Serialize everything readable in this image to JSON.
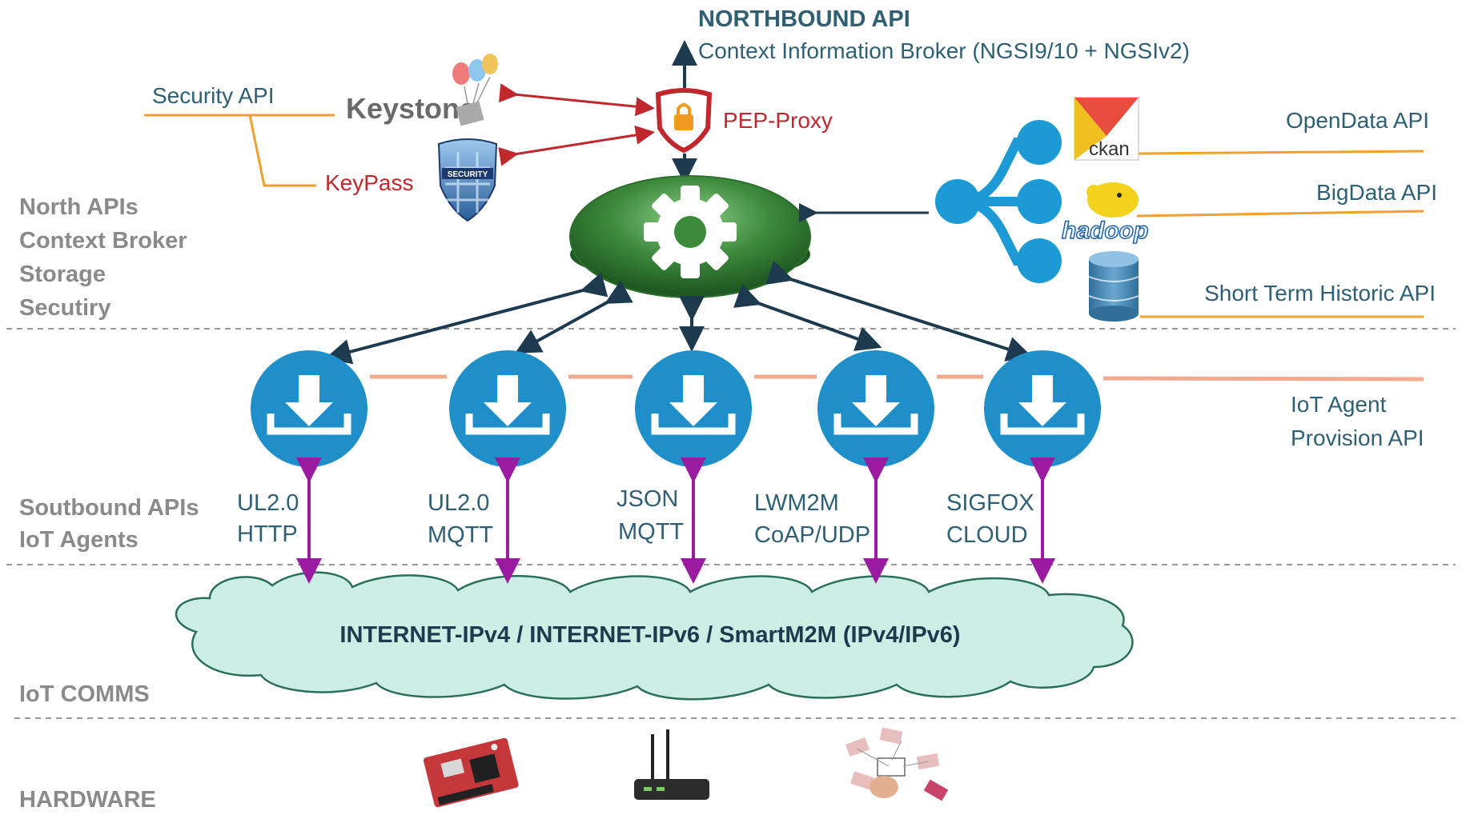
{
  "northbound": {
    "title": "NORTHBOUND API",
    "subtitle": "Context Information Broker  (NGSI9/10 + NGSIv2)"
  },
  "security": {
    "security_api": "Security API",
    "keystone": "Keystone",
    "keypass": "KeyPass",
    "pep_proxy": "PEP-Proxy",
    "shield_text": "SECURITY"
  },
  "data_apis": {
    "opendata": "OpenData API",
    "bigdata": "BigData API",
    "short_term": "Short Term Historic API",
    "ckan_logo": "ckan",
    "hadoop_logo": "hadoop"
  },
  "layers": {
    "north_1": "North APIs",
    "north_2": "Context Broker",
    "north_3": "Storage",
    "north_4": "Secutiry",
    "south_1": "Soutbound APIs",
    "south_2": "IoT Agents",
    "comms": "IoT COMMS",
    "hardware": "HARDWARE"
  },
  "iot_agent_api": {
    "line1": "IoT Agent",
    "line2": "Provision API"
  },
  "agents": [
    {
      "line1": "UL2.0",
      "line2": "HTTP"
    },
    {
      "line1": "UL2.0",
      "line2": "MQTT"
    },
    {
      "line1": "JSON",
      "line2": "MQTT"
    },
    {
      "line1": "LWM2M",
      "line2": "CoAP/UDP"
    },
    {
      "line1": "SIGFOX",
      "line2": "CLOUD"
    }
  ],
  "cloud_text": "INTERNET-IPv4 / INTERNET-IPv6 / SmartM2M (IPv4/IPv6)",
  "colors": {
    "teal_text": "#2e5f73",
    "red_text": "#c0282d",
    "orange_line": "#f0a030",
    "agent_blue": "#1e8fc8",
    "purple_arrow": "#9a1aa0",
    "dark_arrow": "#1d3a4e",
    "cloud_fill": "#cdeee5",
    "broker_green": "#3d8a3d"
  }
}
